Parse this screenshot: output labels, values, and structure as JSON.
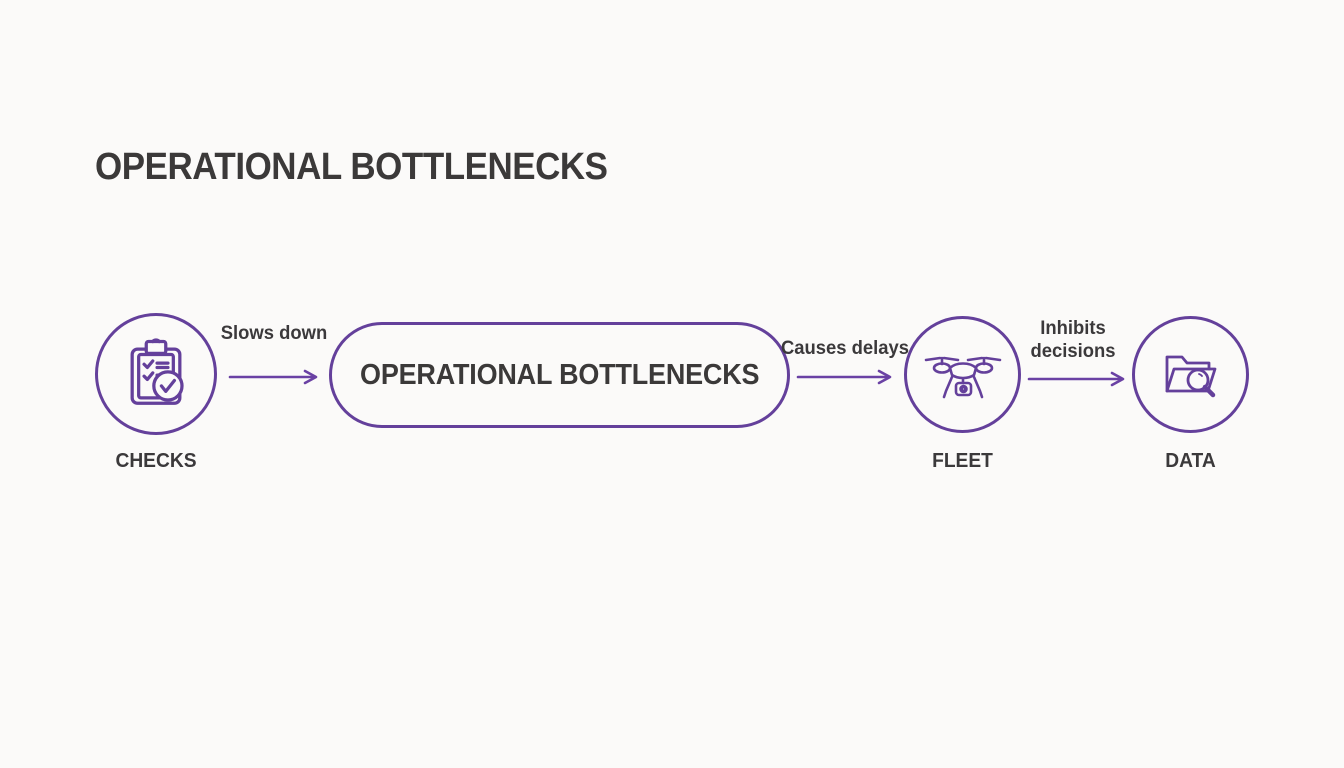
{
  "title": "OPERATIONAL BOTTLENECKS",
  "colors": {
    "accent_purple": "#64409b",
    "text_dark": "#3b3939",
    "background": "#fbfaf9"
  },
  "diagram": {
    "center_node": {
      "label": "OPERATIONAL BOTTLENECKS",
      "shape": "pill"
    },
    "nodes": [
      {
        "id": "checks",
        "label": "CHECKS",
        "icon": "checklist-clipboard-icon"
      },
      {
        "id": "fleet",
        "label": "FLEET",
        "icon": "drone-icon"
      },
      {
        "id": "data",
        "label": "DATA",
        "icon": "folder-search-icon"
      }
    ],
    "edges": [
      {
        "from": "checks",
        "to": "operational-bottlenecks",
        "label": "Slows down"
      },
      {
        "from": "operational-bottlenecks",
        "to": "fleet",
        "label": "Causes delays"
      },
      {
        "from": "fleet",
        "to": "data",
        "label": "Inhibits decisions"
      }
    ]
  }
}
